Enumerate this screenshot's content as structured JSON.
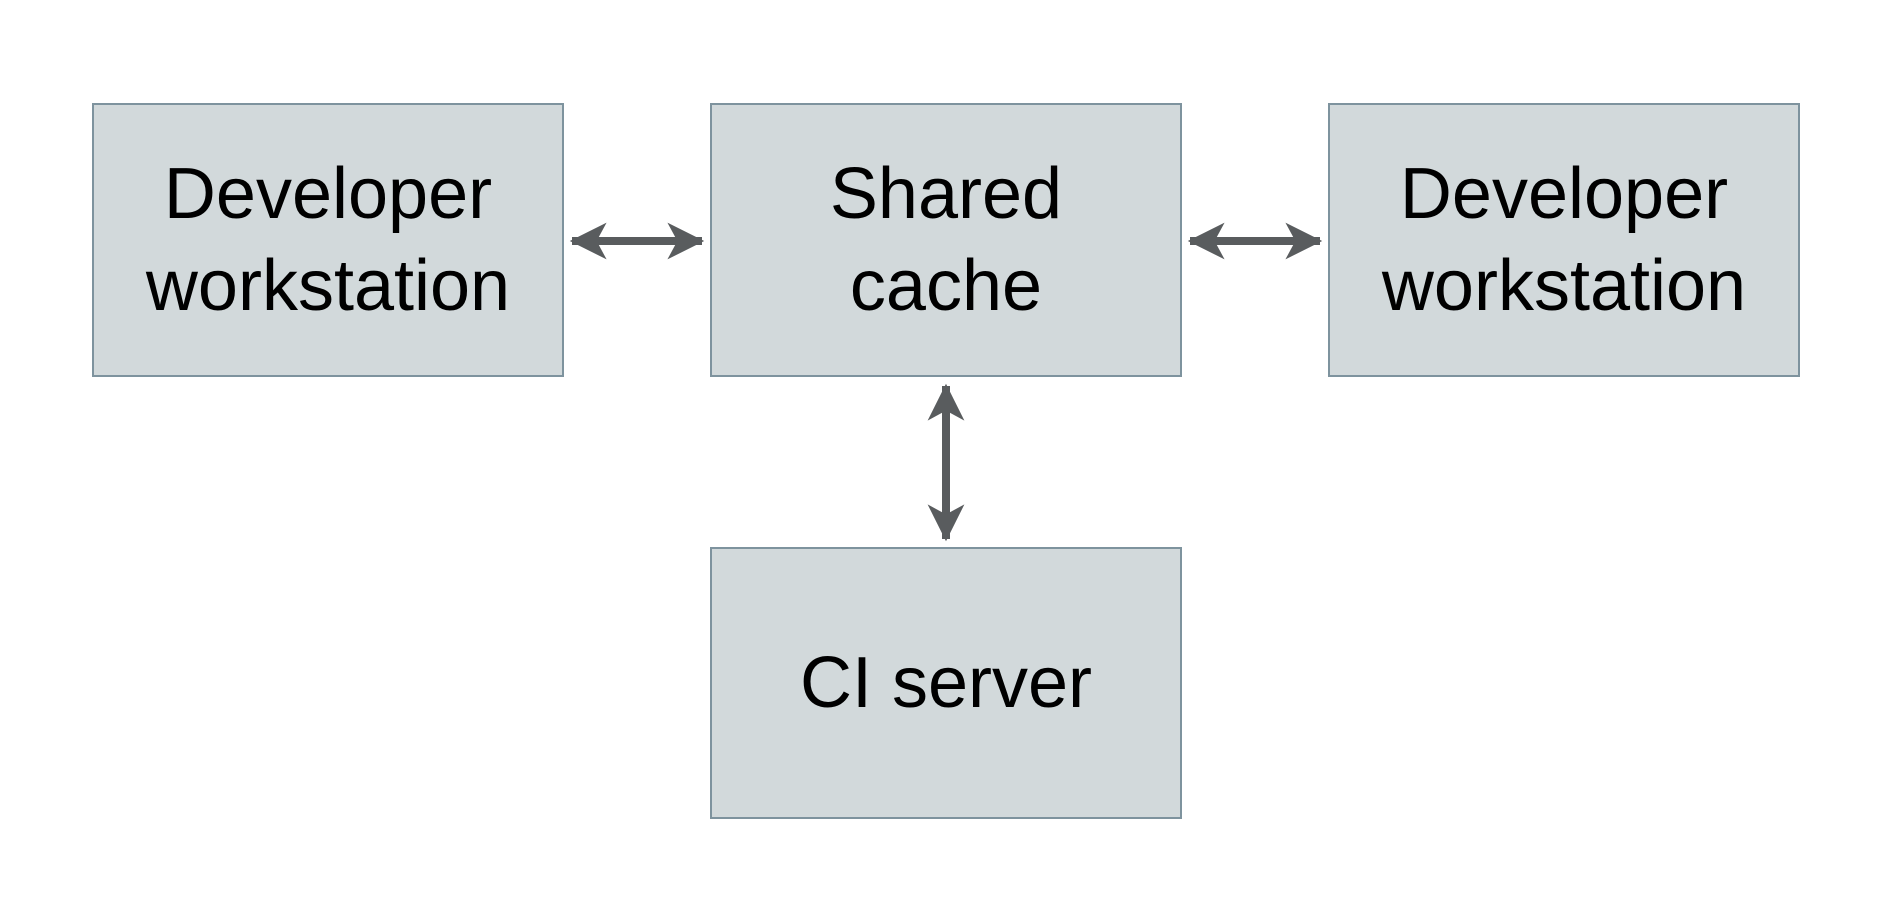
{
  "diagram": {
    "type": "architecture-diagram",
    "background_color": "#ffffff",
    "node_fill_color": "#d2d9db",
    "node_border_color": "#7e939e",
    "arrow_color": "#595c5e",
    "text_color": "#000000",
    "nodes": [
      {
        "id": "developer-workstation-left",
        "label": "Developer\nworkstation"
      },
      {
        "id": "shared-cache",
        "label": "Shared\ncache"
      },
      {
        "id": "developer-workstation-right",
        "label": "Developer\nworkstation"
      },
      {
        "id": "ci-server",
        "label": "CI server"
      }
    ],
    "edges": [
      {
        "from": "developer-workstation-left",
        "to": "shared-cache",
        "direction": "bidirectional",
        "orientation": "horizontal"
      },
      {
        "from": "shared-cache",
        "to": "developer-workstation-right",
        "direction": "bidirectional",
        "orientation": "horizontal"
      },
      {
        "from": "shared-cache",
        "to": "ci-server",
        "direction": "bidirectional",
        "orientation": "vertical"
      }
    ]
  }
}
